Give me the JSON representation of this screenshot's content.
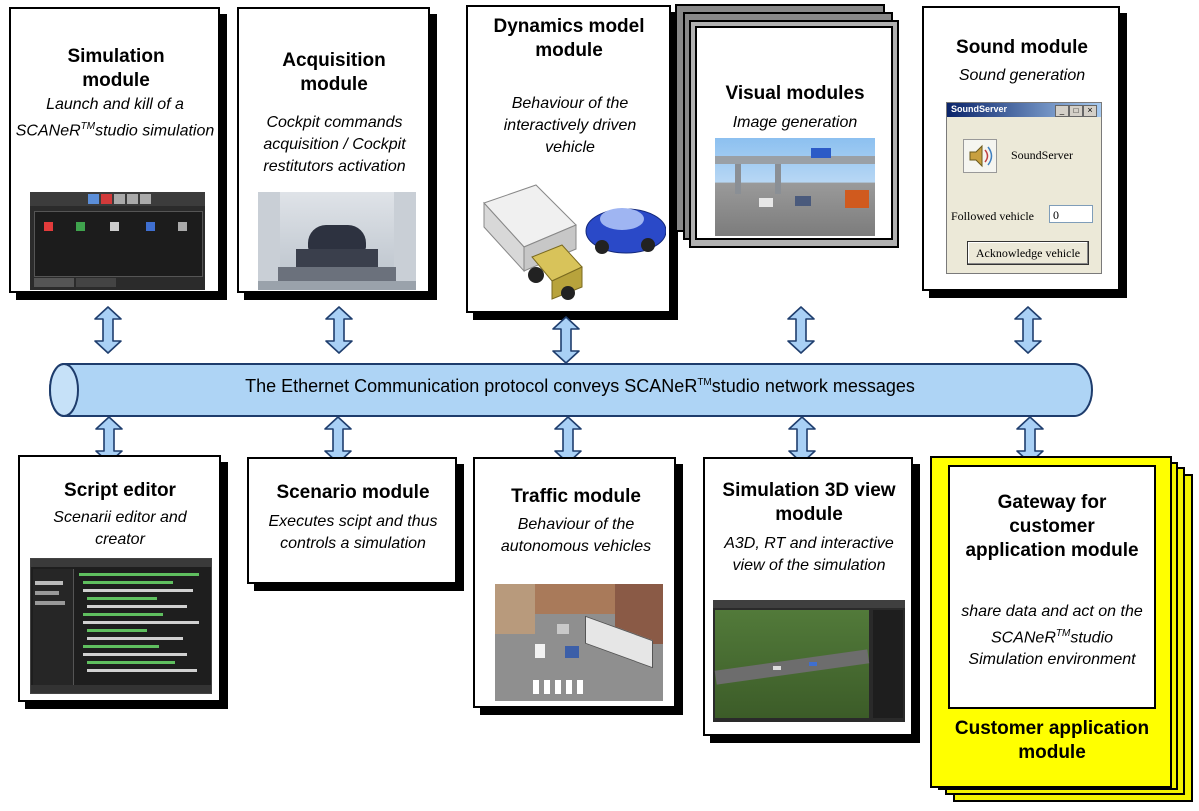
{
  "modules_top": {
    "simulation": {
      "title": "Simulation module",
      "desc_before": "Launch and kill of a SCANeR",
      "tm": "TM",
      "desc_after": "studio simulation"
    },
    "acquisition": {
      "title": "Acquisition module",
      "desc": "Cockpit commands acquisition / Cockpit restitutors activation"
    },
    "dynamics": {
      "title": "Dynamics model module",
      "desc": "Behaviour of the interactively driven vehicle"
    },
    "visual": {
      "title": "Visual modules",
      "desc": "Image generation"
    },
    "sound": {
      "title": "Sound module",
      "desc": "Sound generation"
    }
  },
  "sound_window": {
    "title": "SoundServer",
    "app_name": "SoundServer",
    "followed_label": "Followed vehicle",
    "followed_value": "0",
    "ack_button": "Acknowledge vehicle",
    "min_btn": "_",
    "max_btn": "□",
    "close_btn": "×"
  },
  "bus": {
    "text_before": "The Ethernet Communication protocol conveys SCANeR",
    "tm": "TM",
    "text_after": "studio network messages"
  },
  "modules_bottom": {
    "script": {
      "title": "Script editor",
      "desc": "Scenarii editor and creator"
    },
    "scenario": {
      "title": "Scenario module",
      "desc": "Executes scipt and thus controls a simulation"
    },
    "traffic": {
      "title": "Traffic module",
      "desc": "Behaviour of the autonomous vehicles"
    },
    "view3d": {
      "title": "Simulation 3D view module",
      "desc": "A3D, RT and interactive view of the simulation"
    },
    "gateway": {
      "title": "Gateway for customer application module",
      "desc_before": "share data and act on the SCANeR",
      "tm": "TM",
      "desc_after": "studio Simulation environment"
    },
    "customer": {
      "title": "Customer application module"
    }
  },
  "colors": {
    "bus_fill": "#aed4f5",
    "arrow_fill": "#a9d0f5",
    "customer_yellow": "#ffff00",
    "stack_gray": "#888888"
  }
}
